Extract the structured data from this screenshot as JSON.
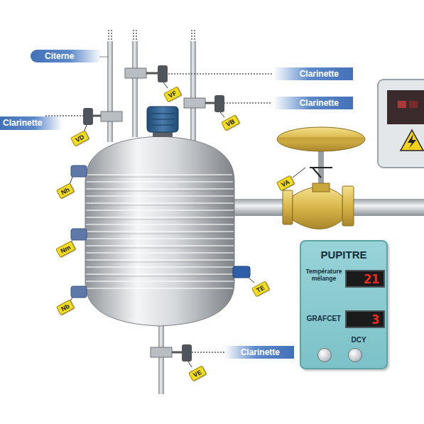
{
  "diagram": {
    "nodes": [
      {
        "text": [
          "Citerne"
        ]
      },
      {
        "text": [
          "Clarinette"
        ]
      },
      {
        "text": [
          "VF"
        ]
      },
      {
        "text": [
          "Clarinette"
        ]
      },
      {
        "text": [
          "VB"
        ]
      },
      {
        "text": [
          "Clarinette"
        ]
      },
      {
        "text": [
          "VD"
        ]
      },
      {
        "text": [
          "VA"
        ]
      },
      {
        "text": [
          "Nh"
        ]
      },
      {
        "text": [
          "PUPITRE",
          "Température mélange",
          "GRAFCET",
          "DCY"
        ]
      },
      {
        "text": [
          "21"
        ],
        "in": 9
      },
      {
        "text": [
          "3"
        ],
        "in": 9
      },
      {
        "text": [
          "Nm"
        ]
      },
      {
        "text": [
          "TE"
        ]
      },
      {
        "text": [
          "Nb"
        ]
      },
      {
        "text": [
          "Clarinette"
        ]
      },
      {
        "text": [
          "VE"
        ]
      }
    ]
  }
}
